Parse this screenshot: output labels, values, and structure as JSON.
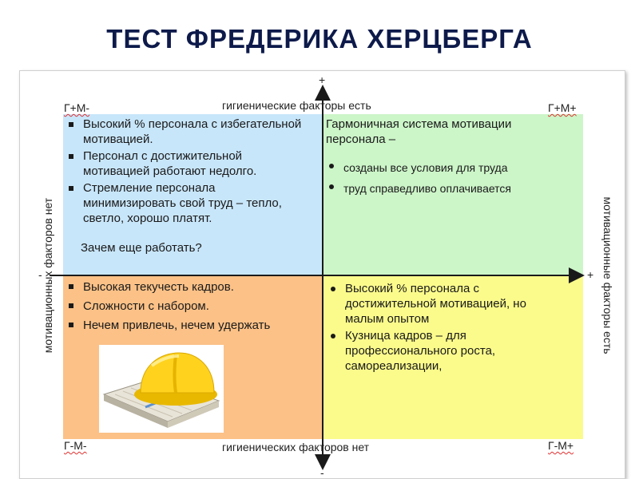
{
  "title": "ТЕСТ ФРЕДЕРИКА  ХЕРЦБЕРГА",
  "axes": {
    "top_label": "гигиенические факторы есть",
    "bottom_label": "гигиенических факторов нет",
    "left_label": "мотивационных факторов нет",
    "right_label": "мотивационные факторы есть",
    "plus_top": "+",
    "minus_bottom": "-",
    "minus_left": "-",
    "plus_right": "+"
  },
  "corners": {
    "top_left": "Г+М-",
    "top_right": "Г+М+",
    "bottom_left": "Г-М-",
    "bottom_right": "Г-М+"
  },
  "quadrants": {
    "top_left": {
      "items": [
        "Высокий % персонала с избегательной мотивацией.",
        "Персонал с достижительной мотивацией работают недолго.",
        "Стремление персонала минимизировать свой труд – тепло, светло, хорошо платят."
      ],
      "note": "Зачем еще работать?"
    },
    "top_right": {
      "heading": "Гармоничная система мотивации персонала –",
      "items": [
        "созданы все условия для труда",
        "труд справедливо оплачивается"
      ]
    },
    "bottom_left": {
      "items": [
        "Высокая текучесть кадров.",
        "Сложности с набором.",
        "Нечем привлечь, нечем удержать"
      ]
    },
    "bottom_right": {
      "items": [
        "Высокий % персонала с достижительной мотивацией, но малым опытом",
        "Кузница кадров – для профессионального роста, самореализации,"
      ]
    }
  },
  "colors": {
    "top_left": "#c8e6fa",
    "top_right": "#ccf5c8",
    "bottom_left": "#fbc187",
    "bottom_right": "#fbfb8c"
  },
  "illustration": "hard-hat-on-notebook"
}
